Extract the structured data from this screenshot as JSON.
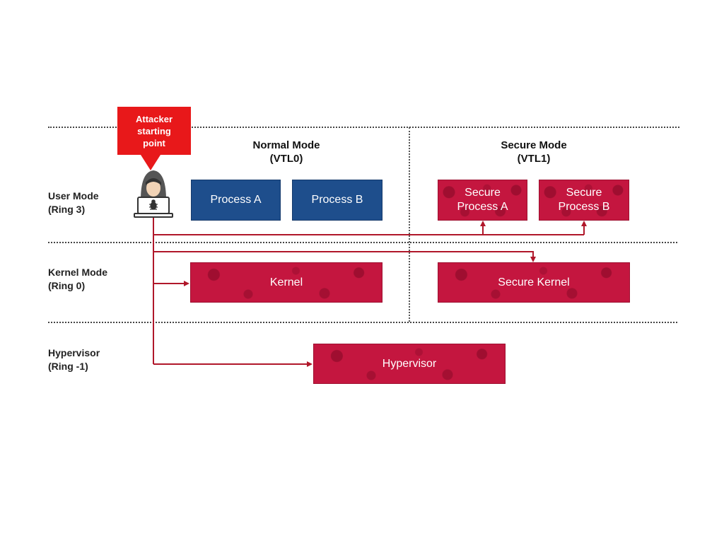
{
  "callout": {
    "text": "Attacker starting point",
    "color": "#e8181a"
  },
  "modes": {
    "normal": {
      "title": "Normal Mode",
      "subtitle": "(VTL0)"
    },
    "secure": {
      "title": "Secure Mode",
      "subtitle": "(VTL1)"
    }
  },
  "rings": [
    {
      "name": "User Mode",
      "ring": "(Ring 3)"
    },
    {
      "name": "Kernel Mode",
      "ring": "(Ring 0)"
    },
    {
      "name": "Hypervisor",
      "ring": "(Ring -1)"
    }
  ],
  "boxes": {
    "process_a": "Process A",
    "process_b": "Process B",
    "secure_process_a": "Secure Process A",
    "secure_process_b": "Secure Process B",
    "kernel": "Kernel",
    "secure_kernel": "Secure Kernel",
    "hypervisor": "Hypervisor"
  },
  "icons": {
    "attacker": "hooded-hacker-with-laptop-icon",
    "bug": "bug-icon"
  },
  "colors": {
    "normal_box": "#1e4e8c",
    "compromised_box": "#c4163f",
    "arrow": "#b0172a",
    "divider": "#444444"
  }
}
